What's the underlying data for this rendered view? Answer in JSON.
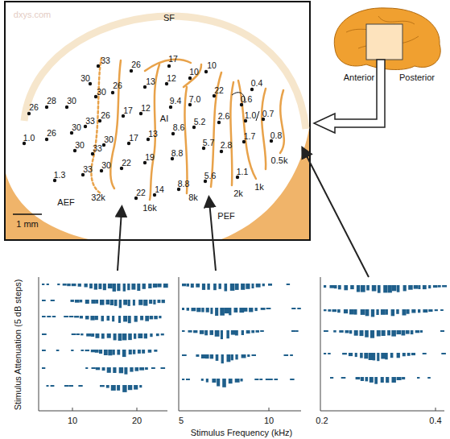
{
  "diagram": {
    "labels": [
      "dxys.com",
      "SF",
      "Anterior",
      "Posterior",
      "33",
      "26",
      "17",
      "10",
      "30",
      "26",
      "30",
      "13",
      "12",
      "10",
      "0.4",
      "26",
      "28",
      "30",
      "17",
      "12",
      "9.4",
      "7.0",
      "22",
      "0.6",
      "26",
      "33",
      "30",
      "AI",
      "2.6",
      "1.0",
      "0.7",
      "1.0",
      "26",
      "5.2",
      "8.6",
      "30",
      "17",
      "13",
      "1.7",
      "0.8",
      "30",
      "33",
      "5.7",
      "2.8",
      "19",
      "8.8",
      "22",
      "33",
      "30",
      "1.3",
      "1.1",
      "8.8",
      "5.6",
      "14",
      "22",
      "32k",
      "16k",
      "8k",
      "2k",
      "1k",
      "0.5k",
      "AEF",
      "PEF",
      "1 mm",
      "10",
      "20",
      "5",
      "10",
      "0.2",
      "0.4",
      "Stimulus Attenuation (5 dB steps)",
      "Stimulus Frequency (kHz)"
    ]
  }
}
